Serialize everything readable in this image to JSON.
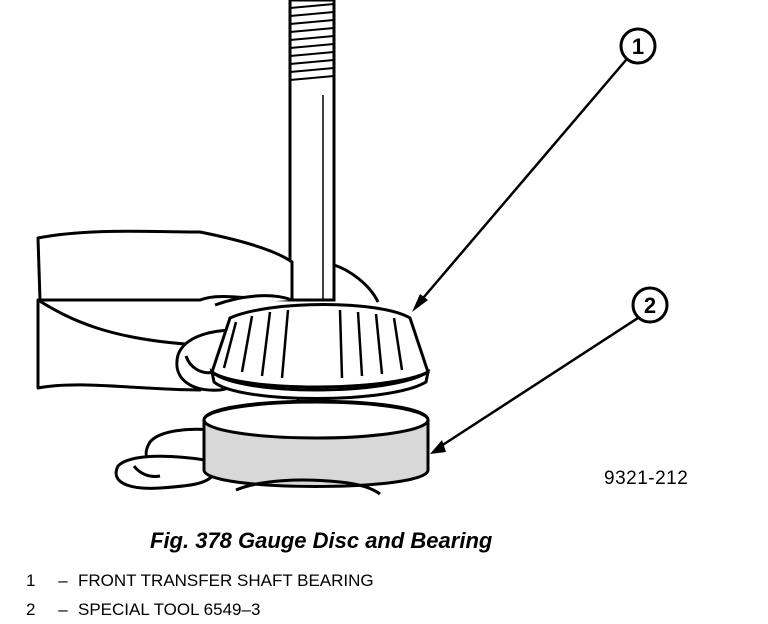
{
  "callouts": {
    "one": "1",
    "two": "2"
  },
  "figure_id": "9321-212",
  "caption": "Fig. 378 Gauge Disc and Bearing",
  "legend": [
    {
      "number": "1",
      "dash": "–",
      "text": "FRONT TRANSFER SHAFT BEARING"
    },
    {
      "number": "2",
      "dash": "–",
      "text": "SPECIAL TOOL 6549–3"
    }
  ],
  "colors": {
    "ink": "#000000",
    "tool_shade": "#d8d8d8",
    "background": "#ffffff"
  }
}
